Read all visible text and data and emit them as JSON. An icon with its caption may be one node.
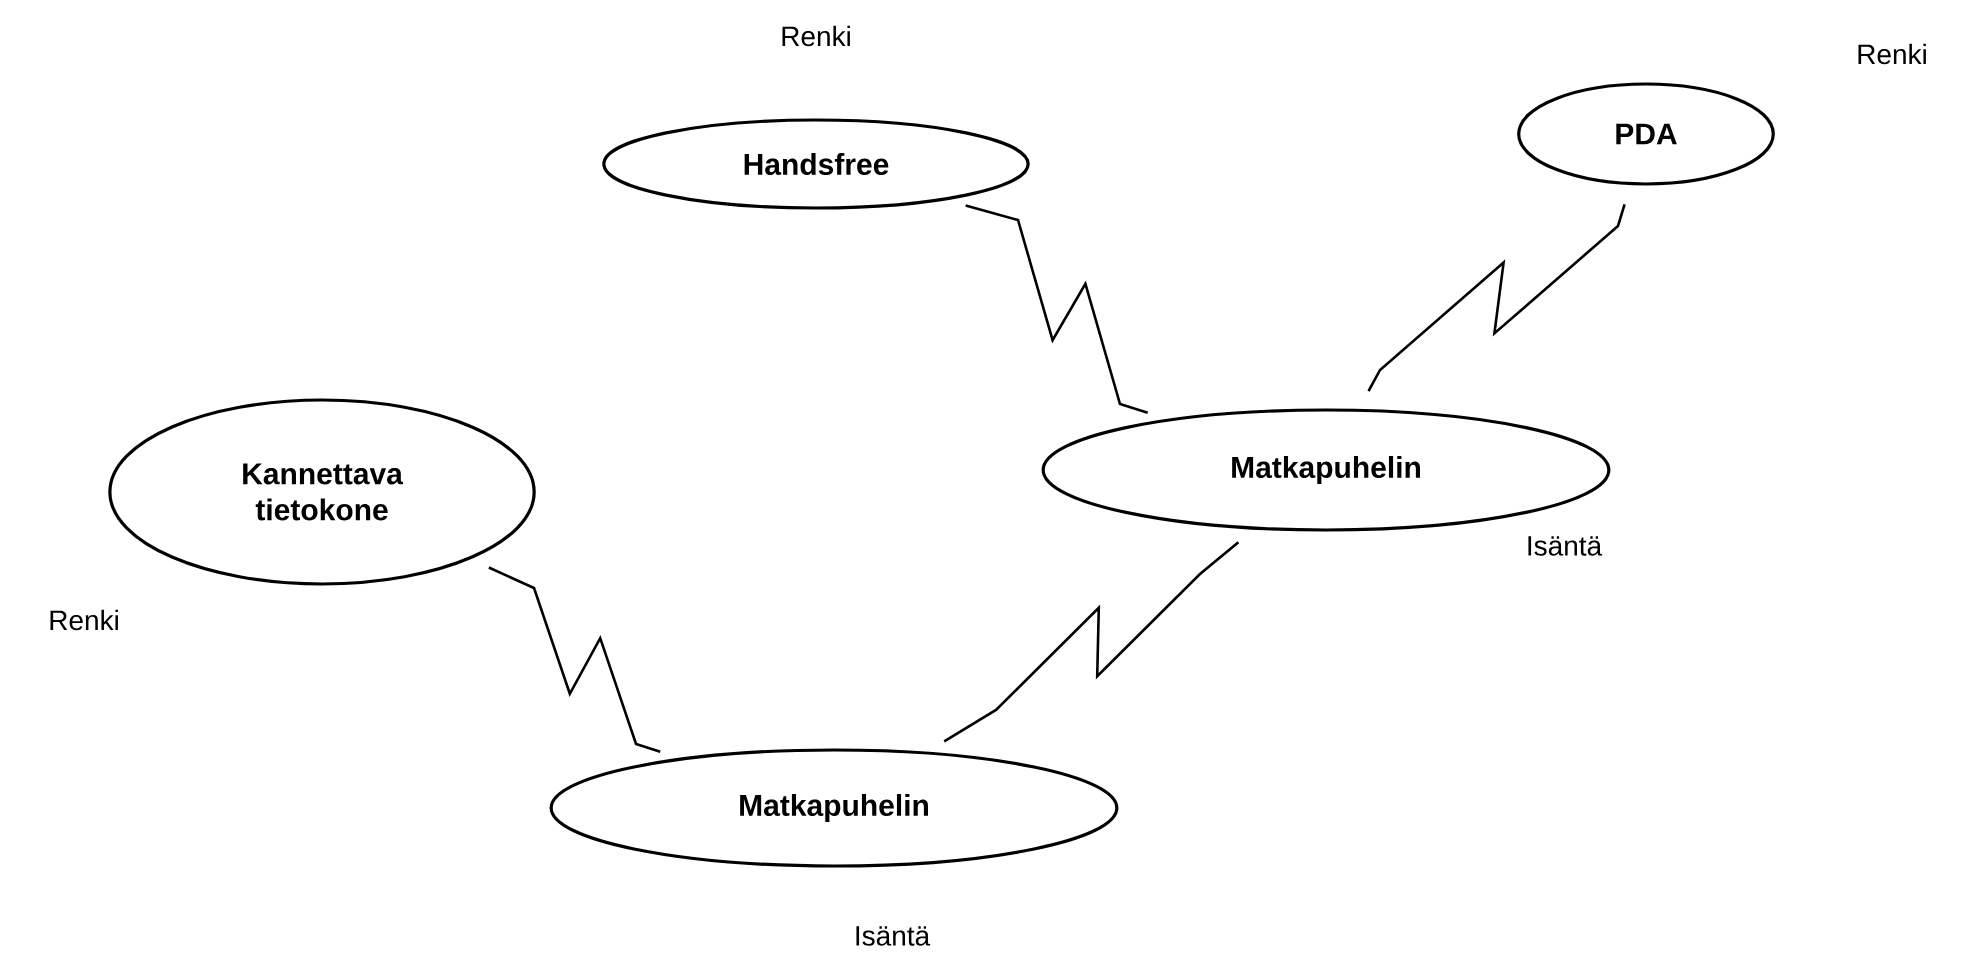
{
  "diagram": {
    "nodes": [
      {
        "text": [
          "Handsfree"
        ],
        "beside": [
          "Renki"
        ]
      },
      {
        "text": [
          "PDA"
        ],
        "beside": [
          "Renki"
        ]
      },
      {
        "text": [
          "Kannettava tietokone"
        ],
        "beside": [
          "Renki"
        ]
      },
      {
        "text": [
          "Matkapuhelin"
        ],
        "beside": [
          "Isäntä"
        ]
      },
      {
        "text": [
          "Matkapuhelin"
        ],
        "beside": [
          "Isäntä"
        ]
      }
    ],
    "edges": [
      {
        "from": 0,
        "to": 3,
        "arrow": "none"
      },
      {
        "from": 1,
        "to": 3,
        "arrow": "none"
      },
      {
        "from": 2,
        "to": 4,
        "arrow": "none"
      },
      {
        "from": 3,
        "to": 4,
        "arrow": "none"
      }
    ]
  }
}
